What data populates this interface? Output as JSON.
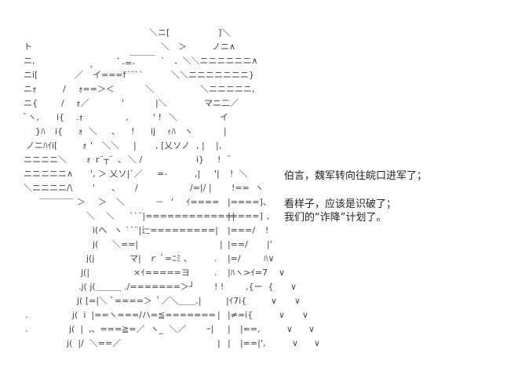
{
  "ascii_art": {
    "lines": [
      [
        "＼ニ[",
        "]＼"
      ],
      [
        "ト",
        "＼　＞",
        "ノニ∧"
      ],
      [
        "ニ,",
        "．",
        "＿＿＿",
        "-=-",
        "`　．＼＼ニニニニニニ∧"
      ],
      [
        "ニi[",
        "／",
        "ﾟ",
        "イ===f´¨``",
        "＼＼ニニニニニニニ}"
      ],
      [
        "ニｫ",
        "/",
        "ｫ==＞＜",
        "＼",
        "＼ニニニニニ,"
      ],
      [
        "ニ{",
        "/",
        "ｫ／",
        "'",
        "|＼",
        "マニ二／"
      ],
      [
        "ﾞヽ,",
        "i{",
        ".ｫ",
        ",",
        "' !",
        "＼",
        "イ"
      ],
      [
        "}ﾊ",
        "i{",
        "ｫ",
        "＼",
        "、",
        "!",
        "ij",
        "ｨﾊ",
        "ヽ",
        "|"
      ],
      [
        "ノニﾊｲi[",
        "ｫ",
        "'",
        "＼＼",
        "|",
        ", [乂ソノ",
        ", |",
        "|,"
      ],
      [
        "ニニニニ＼",
        "ｫ",
        "r¨┬¨",
        "、",
        "＼ /",
        "i}",
        "!",
        "ﾞ"
      ],
      [
        "ニニニニニ∧",
        "', ＞ 乂ソ|`／",
        "=-",
        ",|",
        "'|",
        "!  ＼"
      ],
      [
        "＼ニニニニ/\\",
        "＿＿＿＿",
        "'",
        "、",
        "/",
        "/=|/ |",
        "!==  ヽ"
      ],
      [
        "＞",
        "＞",
        "＼",
        "－",
        "'",
        "ｲ====",
        "|====]、"
      ],
      [
        "＼",
        "＼",
        "``¨|============|",
        "|====]",
        ","
      ],
      [
        "i(へ",
        "ヽ",
        "``¨|辷=========|",
        "|===/",
        "!"
      ],
      [
        "j(",
        "＼==|",
        "|",
        "|==/",
        "|'"
      ],
      [
        "j(j",
        "マ|",
        "ｒ ﾞ=ﾆﾐ 、",
        ".",
        "|=/",
        "ﾊ∨"
      ],
      [
        "j(|",
        "×ｲ=====ヨ",
        ".",
        "|ﾊヽ>ｲ=7",
        "∨"
      ],
      [
        ".j( j(＿＿＿ ./=======＞┘",
        "! !",
        ",{ー  {",
        "∨"
      ],
      [
        "j( [=|＼ ﾞ====＞  ﾟ／＼＿＿.|",
        "|ｲ7i{",
        "∨",
        "∨"
      ],
      [
        ".",
        "j(  i  |==ヽ===/ハ=≦=======",
        "|",
        "|≠=i{",
        "∨",
        "∨"
      ],
      [
        ".",
        "j(  |  ,、===≧=／  ヽ_  ＼／",
        "ｰ|",
        "|",
        "|==,",
        "∨",
        "∨"
      ],
      [
        "j(  |/  ＼==／",
        "|",
        "|",
        "|==|',",
        "∨",
        "∨"
      ]
    ]
  },
  "captions": [
    "伯言，魏军转向往皖口进军了；",
    "看样子，应该是识破了；",
    "我们的“诈降”计划了。"
  ]
}
